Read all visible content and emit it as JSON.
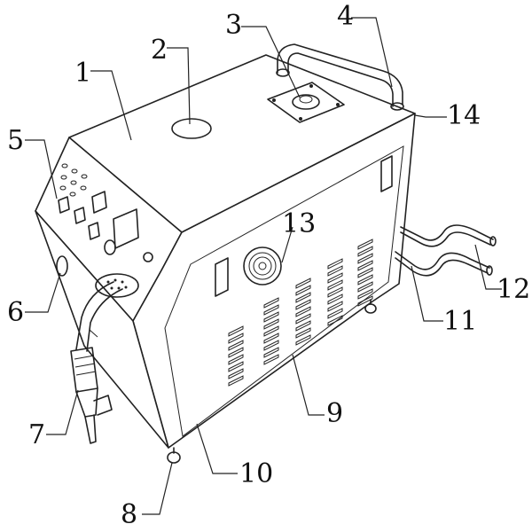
{
  "labels": {
    "l1": "1",
    "l2": "2",
    "l3": "3",
    "l4": "4",
    "l5": "5",
    "l6": "6",
    "l7": "7",
    "l8": "8",
    "l9": "9",
    "l10": "10",
    "l11": "11",
    "l12": "12",
    "l13": "13",
    "l14": "14"
  },
  "colors": {
    "stroke": "#222222",
    "background": "#ffffff"
  }
}
